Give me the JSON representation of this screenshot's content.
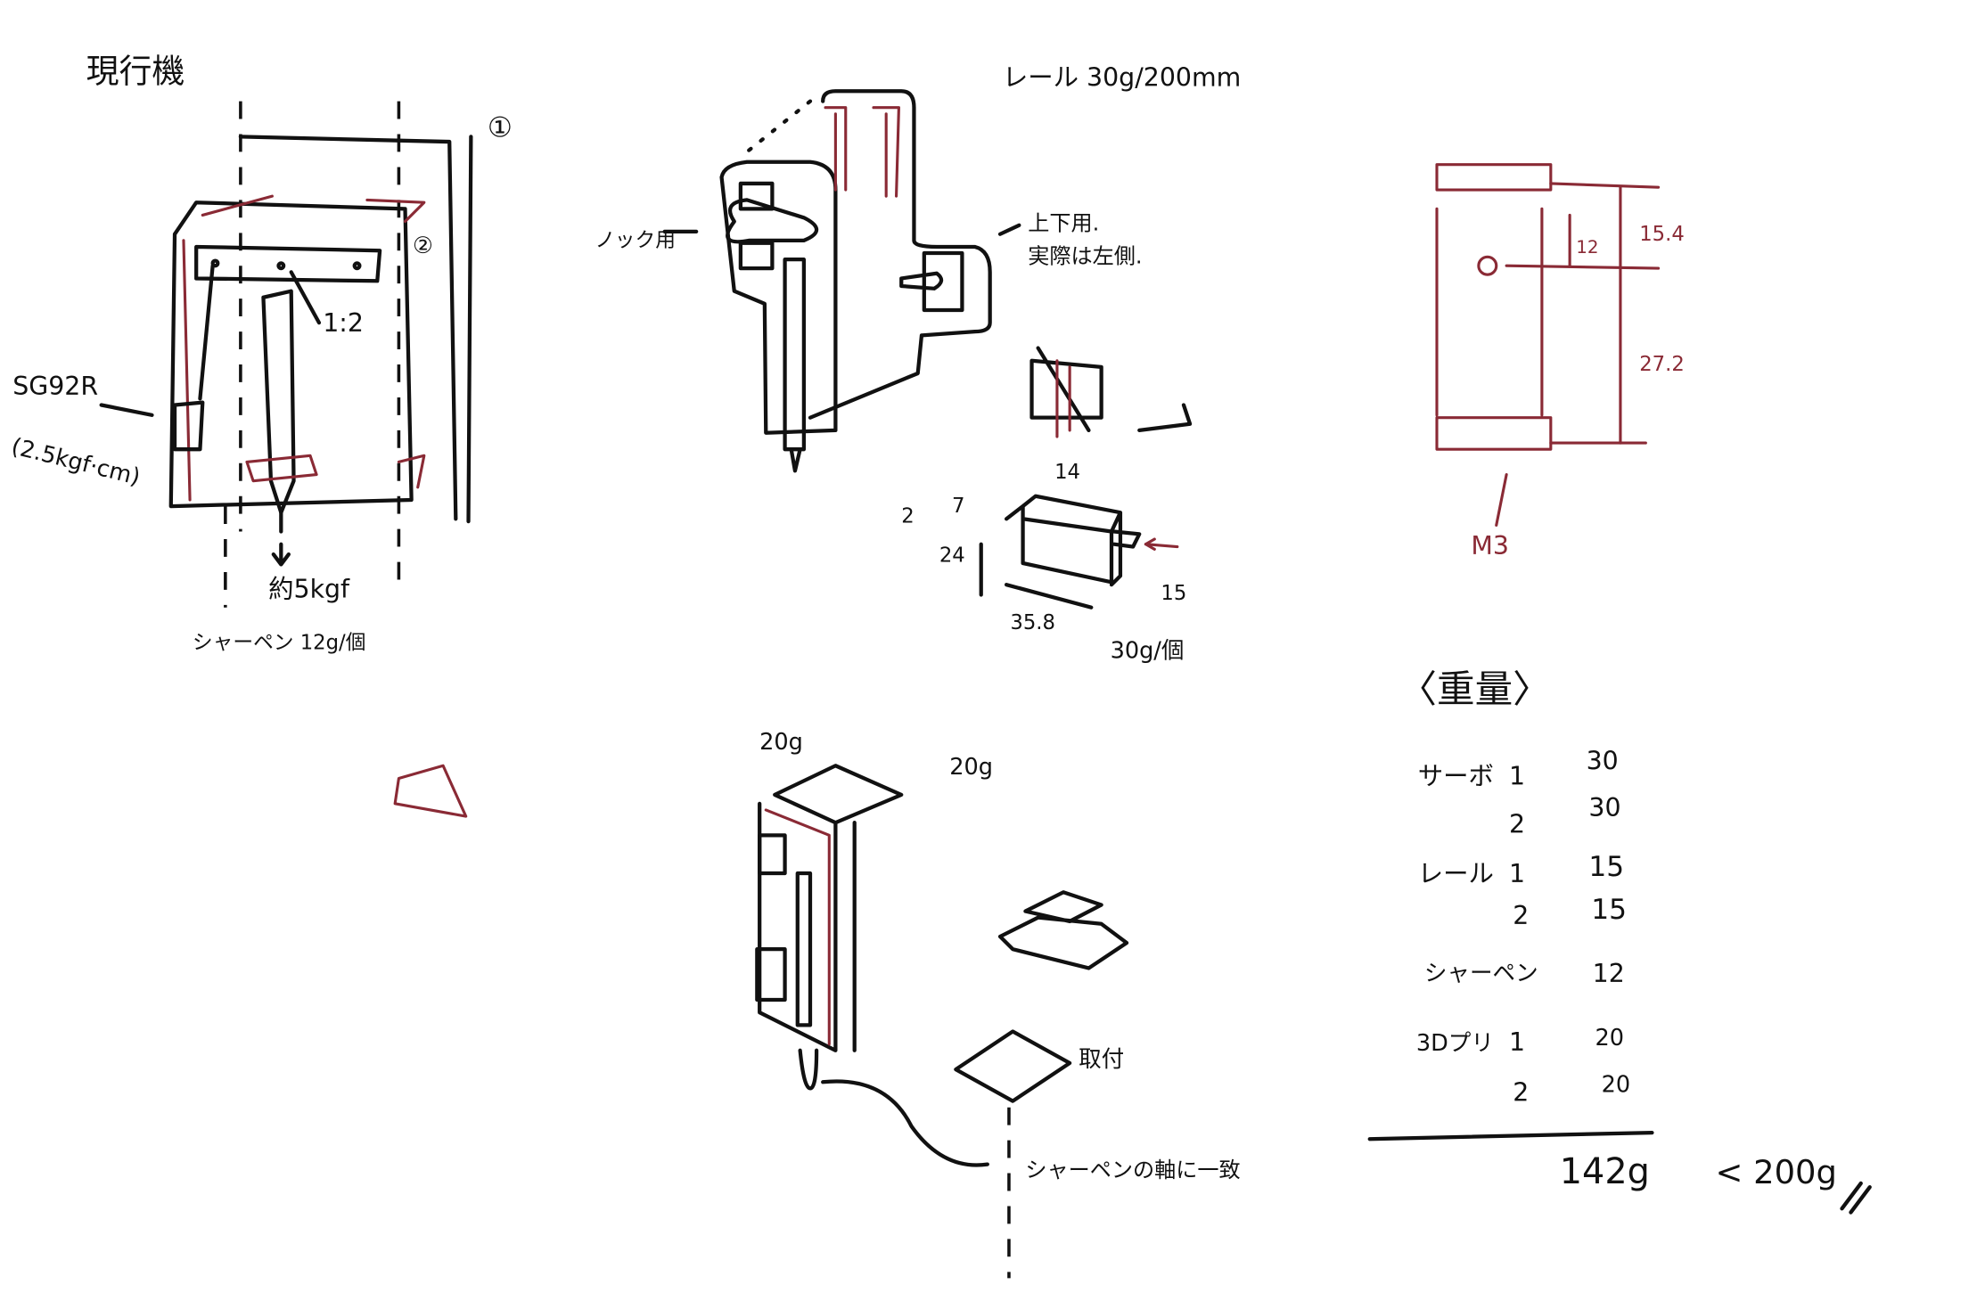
{
  "colors": {
    "ink": "#111111",
    "red_ink": "#8a2a35",
    "paper": "#ffffff"
  },
  "current_machine": {
    "title": "現行機",
    "label_1": "①",
    "label_2": "②",
    "ratio": "1:2",
    "servo_model": "SG92R",
    "servo_torque": "(2.5kgf·cm)",
    "force": "約5kgf",
    "pencil_weight": "シャーペン 12g/個"
  },
  "rail_assembly": {
    "rail_spec": "レール 30g/200mm",
    "knock_label": "ノック用",
    "updown_label_1": "上下用.",
    "updown_label_2": "実際は左側."
  },
  "servo": {
    "dim_top": "14",
    "dim_2": "2",
    "dim_7": "7",
    "dim_height": "24",
    "dim_length": "35.8",
    "dim_depth": "15",
    "weight": "30g/個"
  },
  "rail_profile": {
    "dim_12": "12",
    "dim_15_4": "15.4",
    "dim_27_2": "27.2",
    "screw": "M3"
  },
  "assembly": {
    "part_weight_1": "20g",
    "part_weight_2": "20g",
    "mount_label": "取付",
    "axis_note": "シャーペンの軸に一致"
  },
  "weight_table": {
    "title": "〈重量〉",
    "rows": [
      {
        "name": "サーボ",
        "idx": "1",
        "value": "30"
      },
      {
        "name": "",
        "idx": "2",
        "value": "30"
      },
      {
        "name": "レール",
        "idx": "1",
        "value": "15"
      },
      {
        "name": "",
        "idx": "2",
        "value": "15"
      },
      {
        "name": "シャーペン",
        "idx": "",
        "value": "12"
      },
      {
        "name": "3Dプリ",
        "idx": "1",
        "value": "20"
      },
      {
        "name": "",
        "idx": "2",
        "value": "20"
      }
    ],
    "total": "142g",
    "limit": "< 200g"
  }
}
